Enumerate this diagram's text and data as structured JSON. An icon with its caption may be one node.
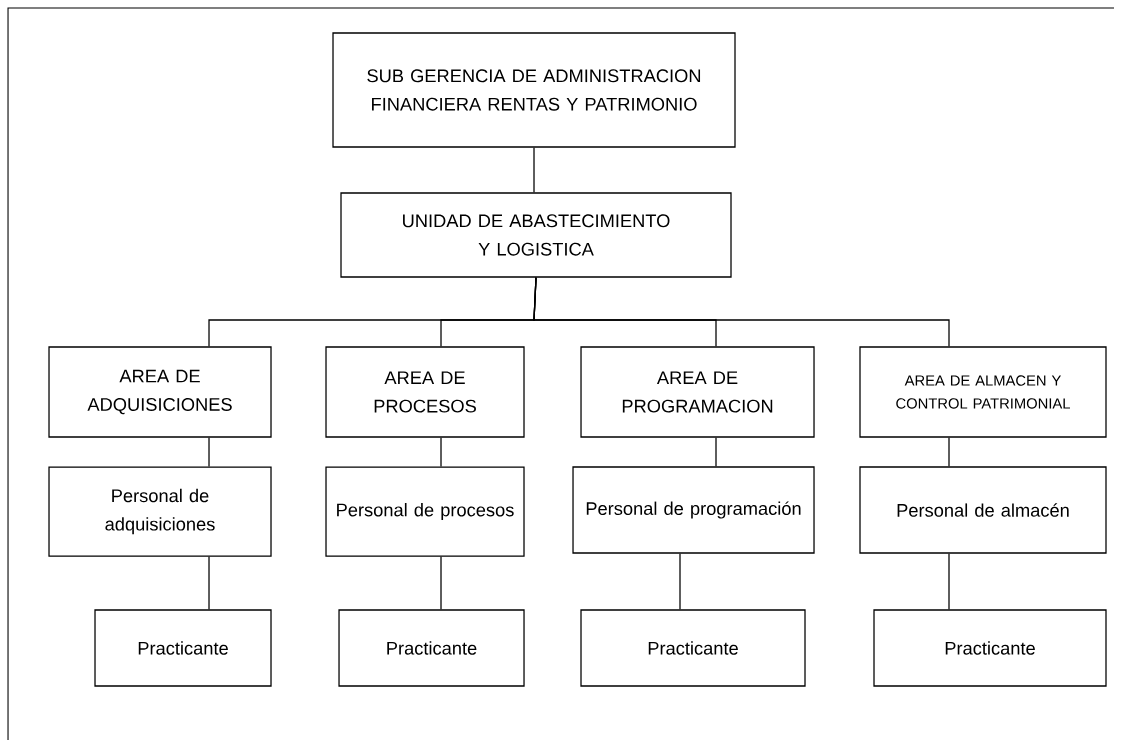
{
  "diagram": {
    "nodes": [
      {
        "text": [
          "SUB GERENCIA DE ADMINISTRACION FINANCIERA RENTAS Y PATRIMONIO"
        ]
      },
      {
        "text": [
          "UNIDAD DE ABASTECIMIENTO Y LOGISTICA"
        ]
      },
      {
        "text": [
          "AREA DE ADQUISICIONES"
        ]
      },
      {
        "text": [
          "AREA DE PROCESOS"
        ]
      },
      {
        "text": [
          "AREA DE PROGRAMACION"
        ]
      },
      {
        "text": [
          "AREA DE ALMACEN Y CONTROL PATRIMONIAL"
        ]
      },
      {
        "text": [
          "Personal de adquisiciones"
        ]
      },
      {
        "text": [
          "Personal de procesos"
        ]
      },
      {
        "text": [
          "Personal de programación"
        ]
      },
      {
        "text": [
          "Personal de almacén"
        ]
      },
      {
        "text": [
          "Practicante"
        ]
      },
      {
        "text": [
          "Practicante"
        ]
      },
      {
        "text": [
          "Practicante"
        ]
      },
      {
        "text": [
          "Practicante"
        ]
      }
    ],
    "edges": [
      {
        "from": 0,
        "to": 1,
        "arrow": "none"
      },
      {
        "from": 1,
        "to": 2,
        "arrow": "none"
      },
      {
        "from": 1,
        "to": 3,
        "arrow": "none"
      },
      {
        "from": 1,
        "to": 4,
        "arrow": "none"
      },
      {
        "from": 1,
        "to": 5,
        "arrow": "none"
      },
      {
        "from": 2,
        "to": 6,
        "arrow": "none"
      },
      {
        "from": 3,
        "to": 7,
        "arrow": "none"
      },
      {
        "from": 4,
        "to": 8,
        "arrow": "none"
      },
      {
        "from": 5,
        "to": 9,
        "arrow": "none"
      },
      {
        "from": 6,
        "to": 10,
        "arrow": "none"
      },
      {
        "from": 7,
        "to": 11,
        "arrow": "none"
      },
      {
        "from": 8,
        "to": 12,
        "arrow": "none"
      },
      {
        "from": 9,
        "to": 13,
        "arrow": "none"
      }
    ]
  }
}
